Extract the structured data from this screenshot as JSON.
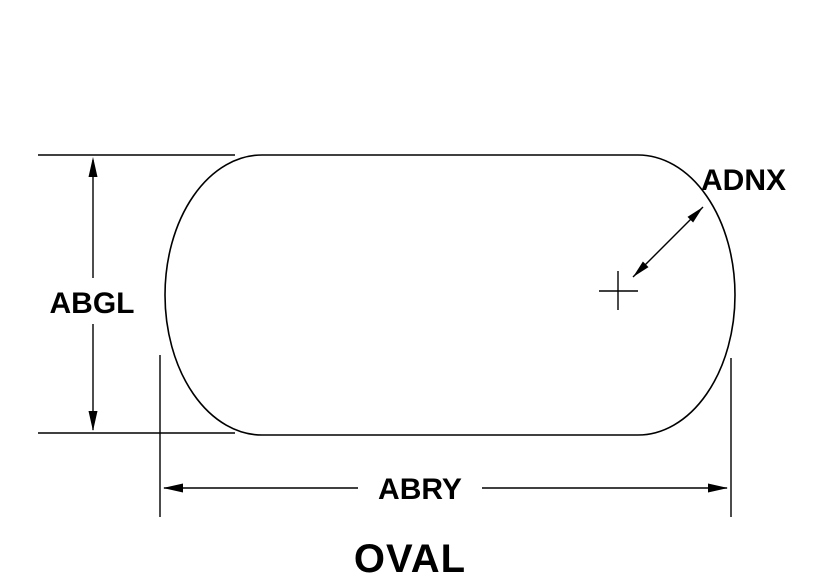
{
  "diagram": {
    "title": "OVAL",
    "height_label": "ABGL",
    "width_label": "ABRY",
    "radius_label": "ADNX",
    "colors": {
      "line": "#000000",
      "background": "#ffffff"
    }
  }
}
